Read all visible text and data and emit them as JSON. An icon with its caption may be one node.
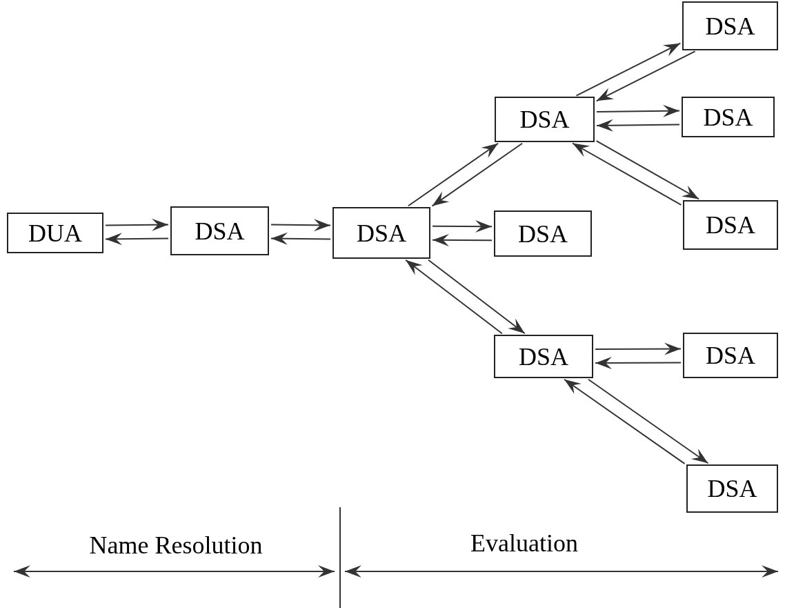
{
  "diagram": {
    "nodes": [
      {
        "text": [
          "DUA"
        ]
      },
      {
        "text": [
          "DSA"
        ]
      },
      {
        "text": [
          "DSA"
        ]
      },
      {
        "text": [
          "DSA"
        ]
      },
      {
        "text": [
          "DSA"
        ]
      },
      {
        "text": [
          "DSA"
        ]
      },
      {
        "text": [
          "DSA"
        ]
      },
      {
        "text": [
          "DSA"
        ]
      },
      {
        "text": [
          "DSA"
        ]
      },
      {
        "text": [
          "DSA"
        ]
      },
      {
        "text": [
          "DSA"
        ]
      }
    ],
    "edges": [
      {
        "from": 0,
        "to": 1,
        "arrow": "to"
      },
      {
        "from": 1,
        "to": 0,
        "arrow": "to"
      },
      {
        "from": 1,
        "to": 2,
        "arrow": "to"
      },
      {
        "from": 2,
        "to": 1,
        "arrow": "to"
      },
      {
        "from": 2,
        "to": 3,
        "arrow": "to"
      },
      {
        "from": 3,
        "to": 2,
        "arrow": "to"
      },
      {
        "from": 3,
        "to": 4,
        "arrow": "to"
      },
      {
        "from": 4,
        "to": 3,
        "arrow": "to"
      },
      {
        "from": 3,
        "to": 5,
        "arrow": "to"
      },
      {
        "from": 5,
        "to": 3,
        "arrow": "to"
      },
      {
        "from": 3,
        "to": 6,
        "arrow": "to"
      },
      {
        "from": 6,
        "to": 3,
        "arrow": "to"
      },
      {
        "from": 2,
        "to": 7,
        "arrow": "to"
      },
      {
        "from": 7,
        "to": 2,
        "arrow": "to"
      },
      {
        "from": 2,
        "to": 8,
        "arrow": "to"
      },
      {
        "from": 8,
        "to": 2,
        "arrow": "to"
      },
      {
        "from": 8,
        "to": 9,
        "arrow": "to"
      },
      {
        "from": 9,
        "to": 8,
        "arrow": "to"
      },
      {
        "from": 8,
        "to": 10,
        "arrow": "to"
      },
      {
        "from": 10,
        "to": 8,
        "arrow": "to"
      }
    ],
    "labels": [
      "Name Resolution",
      "Evaluation"
    ]
  }
}
